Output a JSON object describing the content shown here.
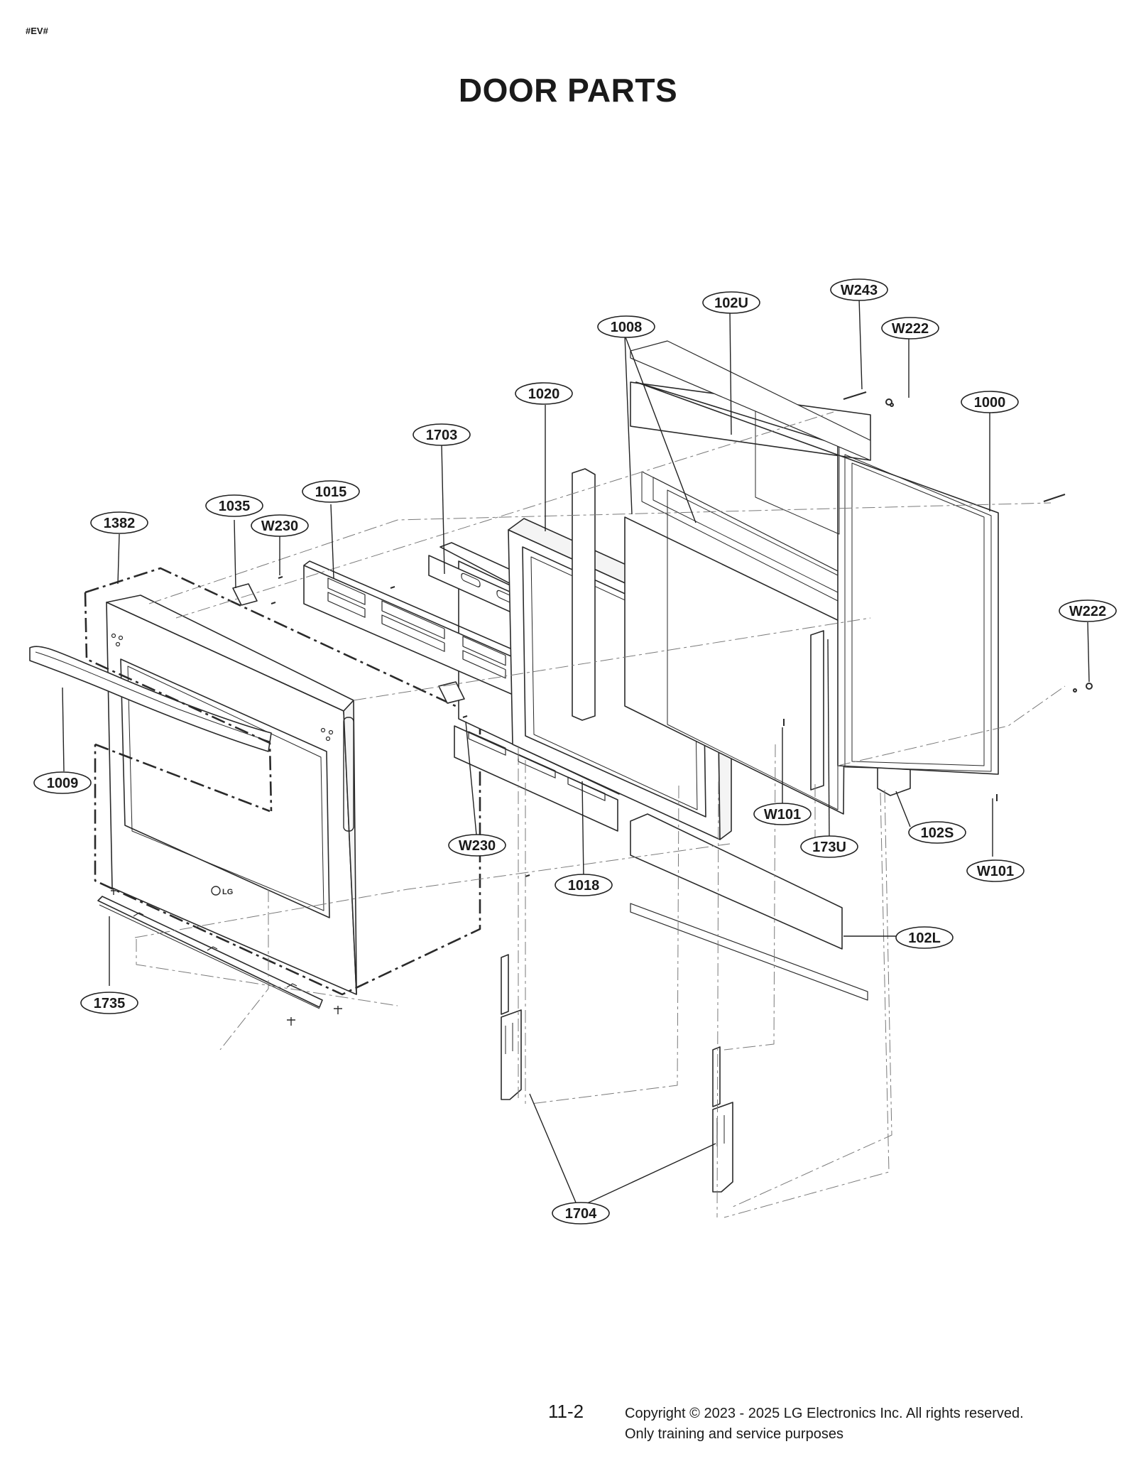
{
  "page": {
    "code": "#EV#",
    "title": "DOOR PARTS",
    "page_number": "11-2",
    "copyright_line1": "Copyright © 2023 - 2025 LG Electronics Inc. All rights reserved.",
    "copyright_line2": "Only training and service purposes",
    "brand_mark": "LG"
  },
  "callouts": [
    {
      "id": "W243",
      "label": "W243"
    },
    {
      "id": "102U",
      "label": "102U"
    },
    {
      "id": "W222-top",
      "label": "W222"
    },
    {
      "id": "1008",
      "label": "1008"
    },
    {
      "id": "1000",
      "label": "1000"
    },
    {
      "id": "1020",
      "label": "1020"
    },
    {
      "id": "1703",
      "label": "1703"
    },
    {
      "id": "1015",
      "label": "1015"
    },
    {
      "id": "1035",
      "label": "1035"
    },
    {
      "id": "W230-top",
      "label": "W230"
    },
    {
      "id": "1382",
      "label": "1382"
    },
    {
      "id": "W222-right",
      "label": "W222"
    },
    {
      "id": "1009",
      "label": "1009"
    },
    {
      "id": "W101-mid",
      "label": "W101"
    },
    {
      "id": "173U",
      "label": "173U"
    },
    {
      "id": "102S",
      "label": "102S"
    },
    {
      "id": "W230-mid",
      "label": "W230"
    },
    {
      "id": "W101-right",
      "label": "W101"
    },
    {
      "id": "1018",
      "label": "1018"
    },
    {
      "id": "102L",
      "label": "102L"
    },
    {
      "id": "1735",
      "label": "1735"
    },
    {
      "id": "1704",
      "label": "1704"
    }
  ]
}
